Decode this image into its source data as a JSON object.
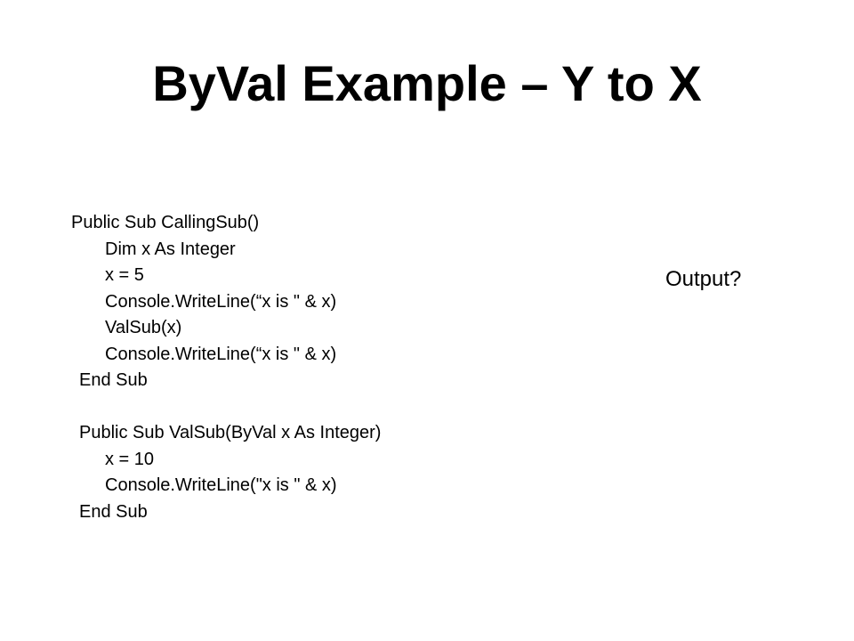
{
  "slide": {
    "title": "ByVal Example – Y to X",
    "output_label": "Output?",
    "code_lines": [
      {
        "text": "Public Sub CallingSub()",
        "indent": 0
      },
      {
        "text": "Dim x As Integer",
        "indent": 2
      },
      {
        "text": "x = 5",
        "indent": 2
      },
      {
        "text": "Console.WriteLine(“x is \" & x)",
        "indent": 2
      },
      {
        "text": "ValSub(x)",
        "indent": 2
      },
      {
        "text": "Console.WriteLine(“x is \" & x)",
        "indent": 2
      },
      {
        "text": "End Sub",
        "indent": 1
      },
      {
        "text": "",
        "indent": 0
      },
      {
        "text": "Public Sub ValSub(ByVal x As Integer)",
        "indent": 1
      },
      {
        "text": "x = 10",
        "indent": 2
      },
      {
        "text": "Console.WriteLine(\"x is \" & x)",
        "indent": 2
      },
      {
        "text": "End Sub",
        "indent": 1
      }
    ]
  }
}
